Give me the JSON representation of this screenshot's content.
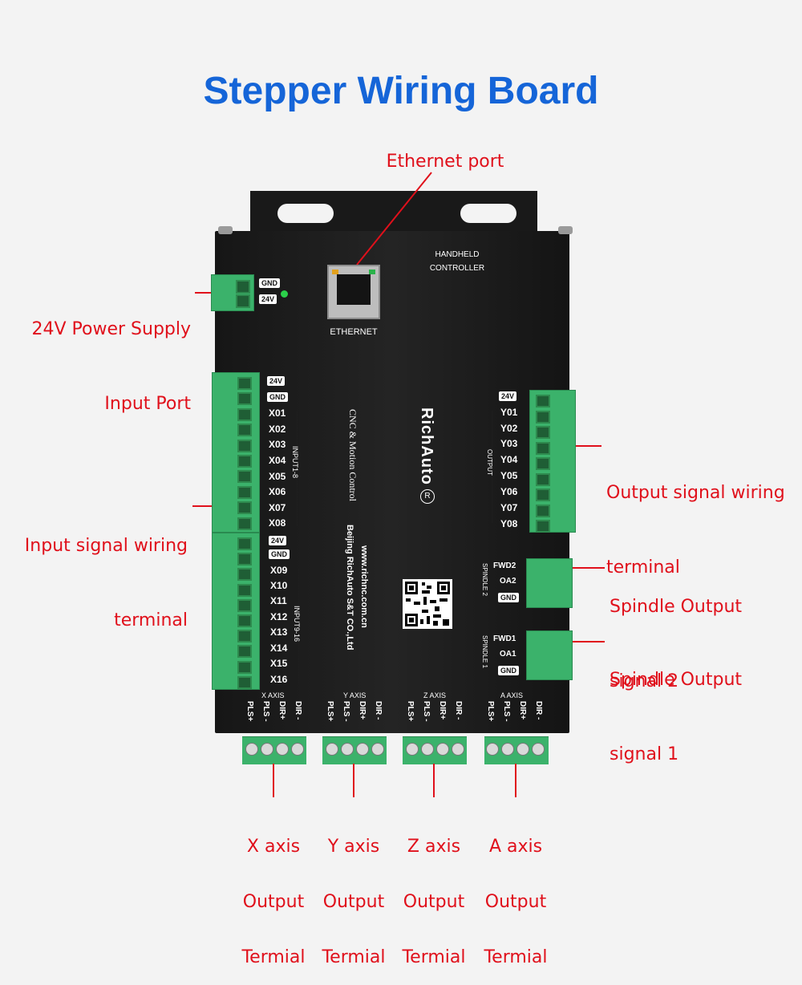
{
  "title": "Stepper Wiring Board",
  "annotations": {
    "ethernet_port": "Ethernet port",
    "power_line1": "24V Power Supply",
    "power_line2": "Input Port",
    "input_line1": "Input signal wiring",
    "input_line2": "terminal",
    "output_line1": "Output signal wiring",
    "output_line2": "terminal",
    "spindle2_line1": "Spindle Output",
    "spindle2_line2": "signal 2",
    "spindle1_line1": "Spindle Output",
    "spindle1_line2": "signal 1",
    "axes": [
      {
        "line1": "X axis",
        "line2": "Output",
        "line3": "Termial"
      },
      {
        "line1": "Y axis",
        "line2": "Output",
        "line3": "Termial"
      },
      {
        "line1": "Z axis",
        "line2": "Output",
        "line3": "Termial"
      },
      {
        "line1": "A axis",
        "line2": "Output",
        "line3": "Termial"
      }
    ]
  },
  "board": {
    "handheld_line1": "HANDHELD",
    "handheld_line2": "CONTROLLER",
    "ethernet_label": "ETHERNET",
    "power_pins": [
      "GND",
      "24V"
    ],
    "brand": "RichAuto",
    "brand_mark": "R",
    "subtitle": "CNC & Motion Control",
    "website": "www.richnc.com.cn",
    "company": "Beijing RichAuto S&T CO.,Ltd",
    "input_group1_label": "INPUT1-8",
    "input_group2_label": "INPUT9-16",
    "input_group1_top": [
      "24V",
      "GND"
    ],
    "input_group2_top": [
      "24V",
      "GND"
    ],
    "inputs_1_8": [
      "X01",
      "X02",
      "X03",
      "X04",
      "X05",
      "X06",
      "X07",
      "X08"
    ],
    "inputs_9_16": [
      "X09",
      "X10",
      "X11",
      "X12",
      "X13",
      "X14",
      "X15",
      "X16"
    ],
    "output_label": "OUTPUT",
    "output_top": "24V",
    "outputs": [
      "Y01",
      "Y02",
      "Y03",
      "Y04",
      "Y05",
      "Y06",
      "Y07",
      "Y08"
    ],
    "spindle2_label": "SPINDLE 2",
    "spindle2_pins": [
      "FWD2",
      "OA2",
      "GND"
    ],
    "spindle1_label": "SPINDLE 1",
    "spindle1_pins": [
      "FWD1",
      "OA1",
      "GND"
    ],
    "axis_headers": [
      "X AXIS",
      "Y AXIS",
      "Z AXIS",
      "A AXIS"
    ],
    "axis_pins": [
      "PLS+",
      "PLS -",
      "DIR+",
      "DIR -"
    ]
  },
  "colors": {
    "title": "#1565d8",
    "annotation": "#e0101b",
    "terminal": "#3bb26b",
    "board": "#1c1c1c"
  }
}
